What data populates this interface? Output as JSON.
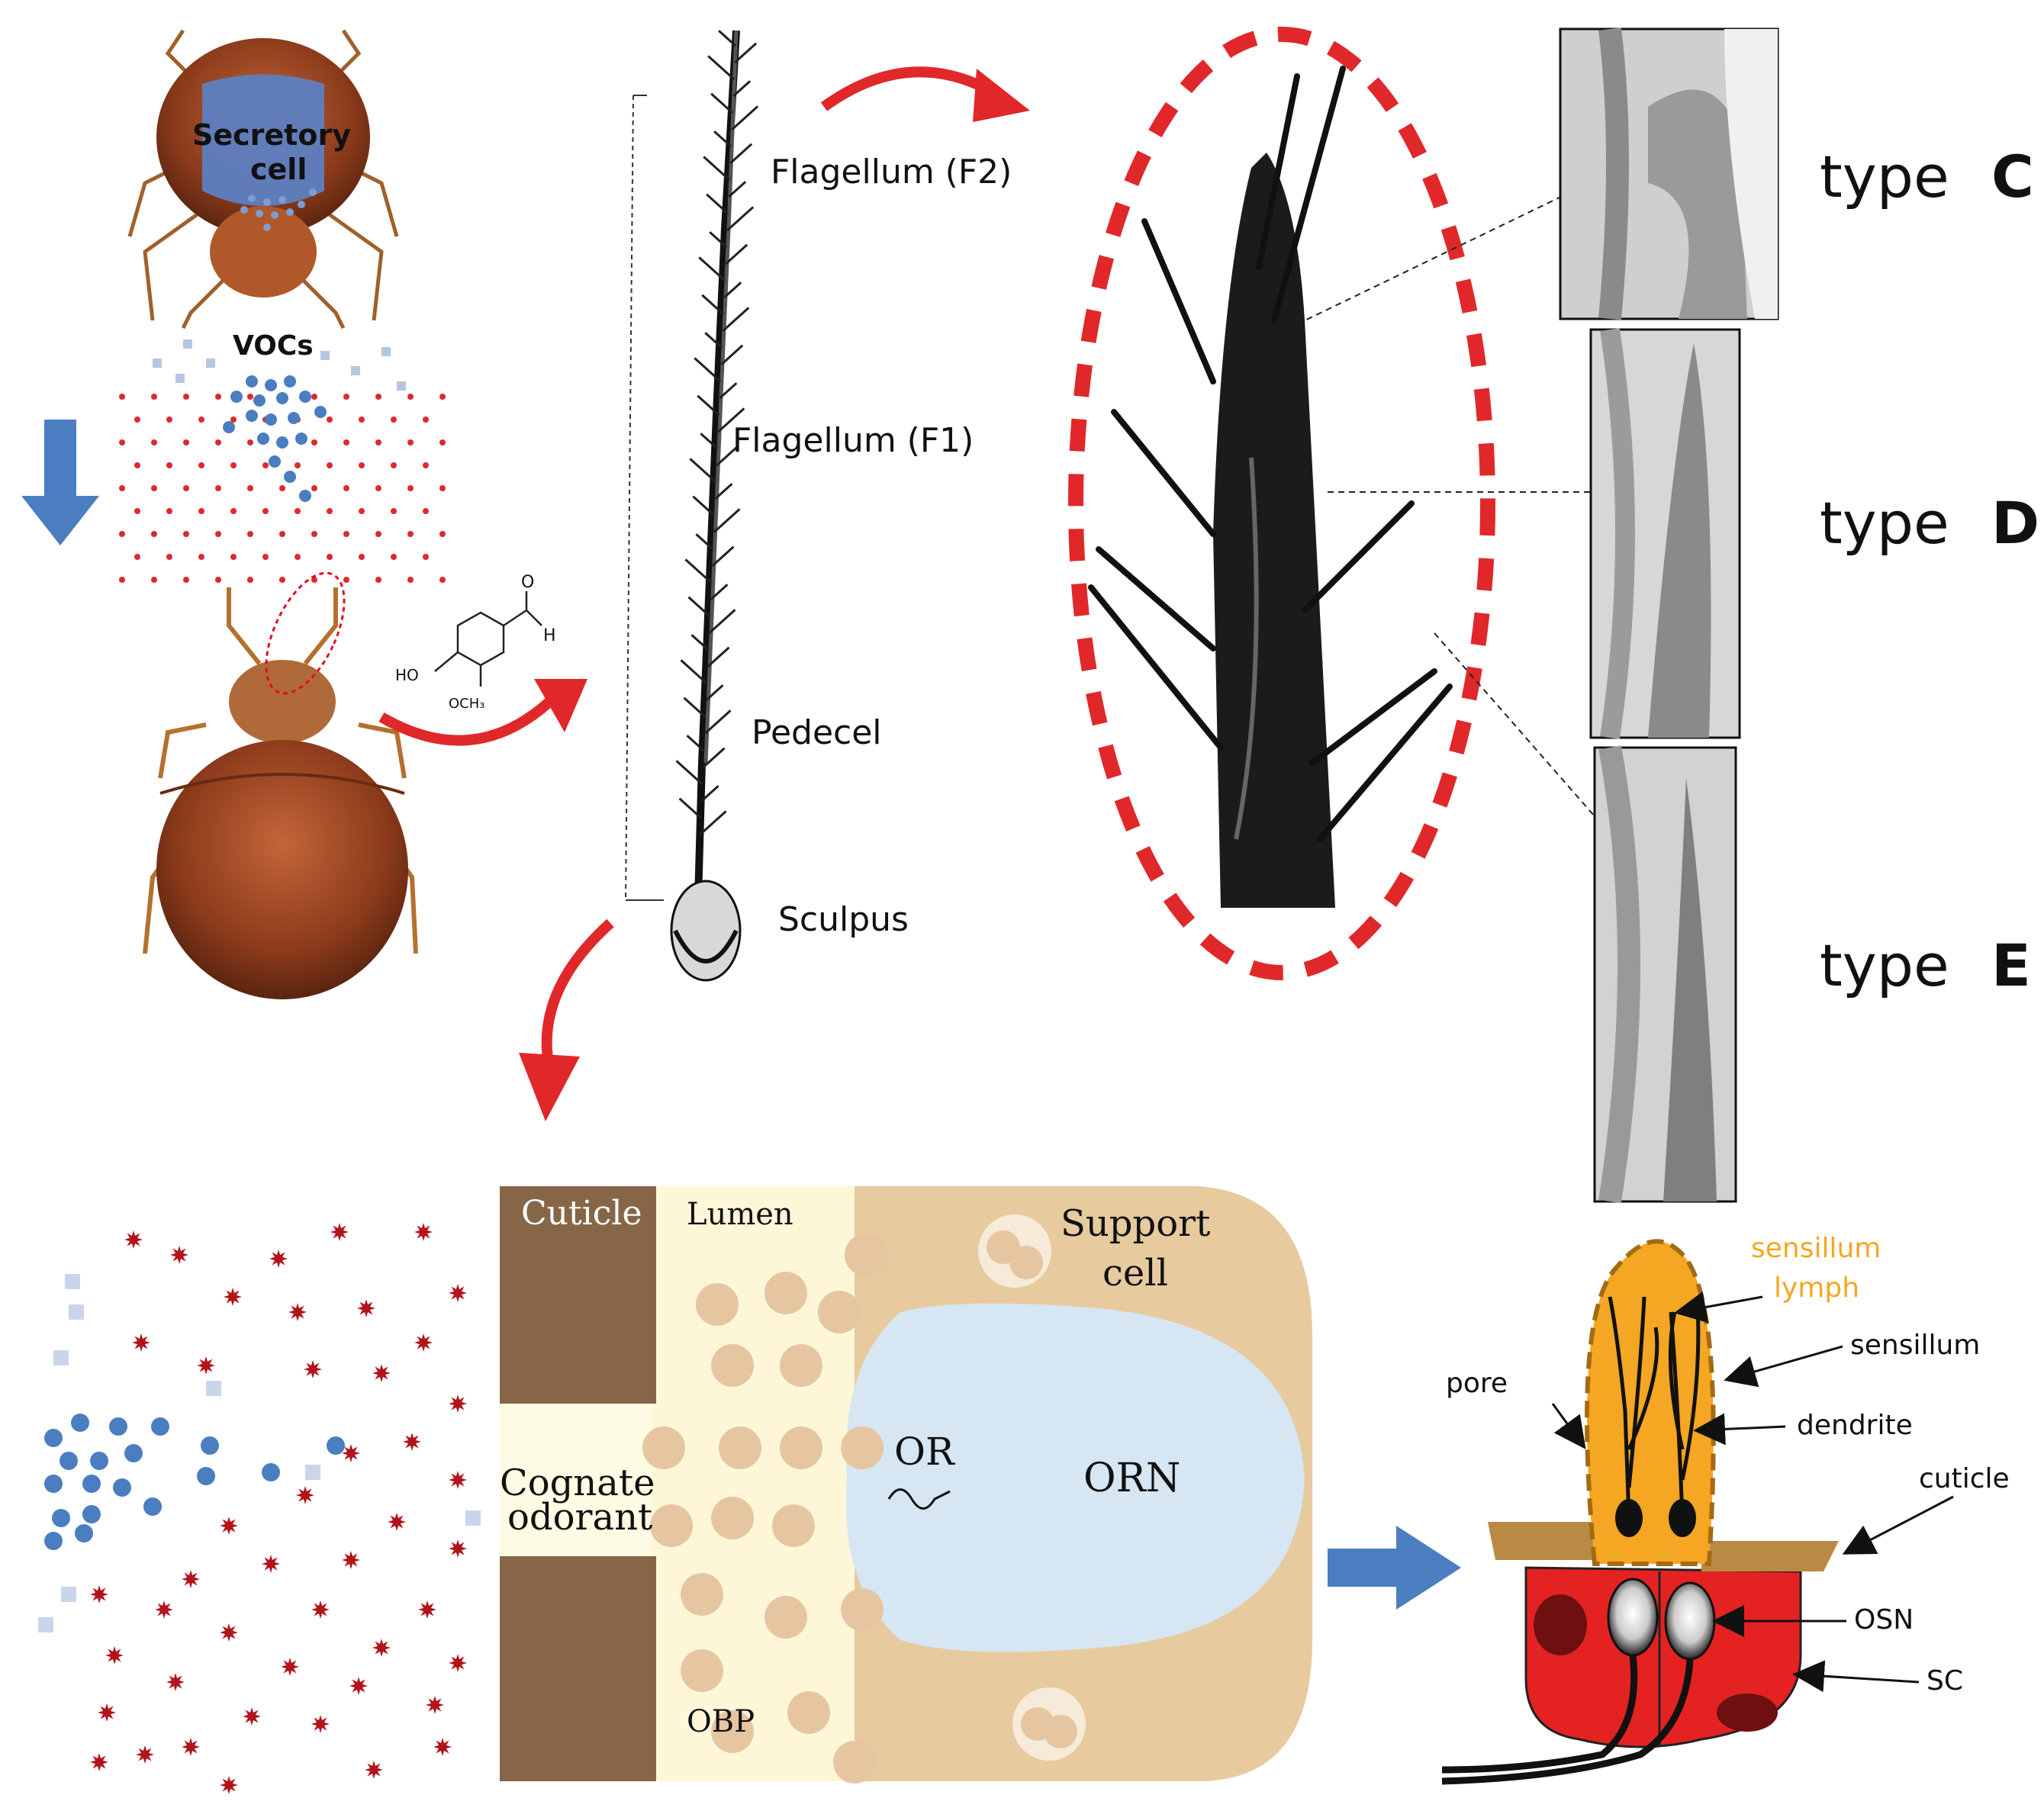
{
  "beetle_top": {
    "secretory_label": "Secretory cell",
    "vocs_label": "VOCs"
  },
  "molecule": {
    "ho_label": "HO",
    "och3_label": "OCH₃",
    "h_label": "H",
    "o_label": "O"
  },
  "antenna_parts": {
    "f2": "Flagellum (F2)",
    "f1": "Flagellum (F1)",
    "pedecel": "Pedecel",
    "sculpus": "Sculpus"
  },
  "types": [
    {
      "word": "type",
      "letter": "C"
    },
    {
      "word": "type",
      "letter": "D"
    },
    {
      "word": "type",
      "letter": "E"
    }
  ],
  "cell_diagram": {
    "cuticle": "Cuticle",
    "lumen": "Lumen",
    "support_cell_1": "Support",
    "support_cell_2": "cell",
    "cognate_1": "Cognate",
    "cognate_2": "odorant",
    "or": "OR",
    "orn": "ORN",
    "obp": "OBP"
  },
  "sensillum_labels": {
    "lymph_1": "sensillum",
    "lymph_2": "lymph",
    "sensillum": "sensillum",
    "pore": "pore",
    "dendrite": "dendrite",
    "cuticle": "cuticle",
    "osn": "OSN",
    "sc": "SC"
  },
  "colors": {
    "red": "#e0282a",
    "blue": "#4a7ec0",
    "tan": "#e6c9a0",
    "cuticle_brown": "#8a6a4a",
    "orn_blue": "#d6e6f2",
    "lymph_orange": "#f5a623",
    "sc_red": "#e42222"
  }
}
